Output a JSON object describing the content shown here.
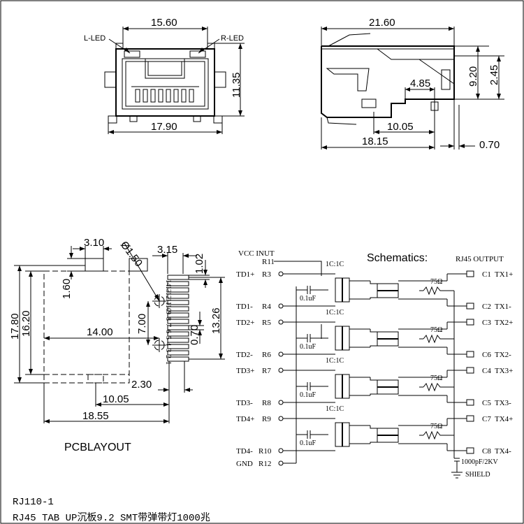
{
  "front_view": {
    "width_top": "15.60",
    "width_bottom": "17.90",
    "height": "11.35",
    "l_led": "L-LED",
    "r_led": "R-LED"
  },
  "side_view": {
    "length": "21.60",
    "height_a": "9.20",
    "height_b": "2.45",
    "dim_a": "4.85",
    "dim_b": "10.05",
    "dim_c": "18.15",
    "dim_d": "0.70"
  },
  "pcb_layout": {
    "title": "PCBLAYOUT",
    "d1": "3.10",
    "d2": "1.50",
    "d3": "3.15",
    "d4": "1.02",
    "d5": "1.60",
    "d6": "17.80",
    "d7": "16.20",
    "d8": "14.00",
    "d9": "7.00",
    "d10": "0.70",
    "d11": "13.26",
    "d12": "2.30",
    "d13": "10.05",
    "d14": "18.55",
    "pin_numbers": [
      "14",
      "13",
      "12",
      "11",
      "10",
      "9",
      "8",
      "7",
      "6",
      "5",
      "4",
      "3",
      "2",
      "1"
    ]
  },
  "schematic": {
    "title": "Schematics:",
    "vcc_input": "VCC   INUT",
    "rj45_output": "RJ45   OUTPUT",
    "left_pins": [
      {
        "signal": "",
        "ref": "R11"
      },
      {
        "signal": "TD1+",
        "ref": "R3"
      },
      {
        "signal": "TD1-",
        "ref": "R4"
      },
      {
        "signal": "TD2+",
        "ref": "R5"
      },
      {
        "signal": "TD2-",
        "ref": "R6"
      },
      {
        "signal": "TD3+",
        "ref": "R7"
      },
      {
        "signal": "TD3-",
        "ref": "R8"
      },
      {
        "signal": "TD4+",
        "ref": "R9"
      },
      {
        "signal": "TD4-",
        "ref": "R10"
      },
      {
        "signal": "GND",
        "ref": "R12"
      }
    ],
    "right_pins": [
      {
        "ref": "C1",
        "signal": "TX1+"
      },
      {
        "ref": "C2",
        "signal": "TX1-"
      },
      {
        "ref": "C3",
        "signal": "TX2+"
      },
      {
        "ref": "C6",
        "signal": "TX2-"
      },
      {
        "ref": "C4",
        "signal": "TX3+"
      },
      {
        "ref": "C5",
        "signal": "TX3-"
      },
      {
        "ref": "C7",
        "signal": "TX4+"
      },
      {
        "ref": "C8",
        "signal": "TX4-"
      }
    ],
    "ratio_label": "1C:1C",
    "cap_label": "0.1uF",
    "res_label": "75Ω",
    "hv_cap": "1000pF/2KV",
    "shield": "SHIELD"
  },
  "footer": {
    "part_number": "RJ110-1",
    "description": "RJ45 TAB UP沉板9.2 SMT带弹带灯1000兆"
  }
}
